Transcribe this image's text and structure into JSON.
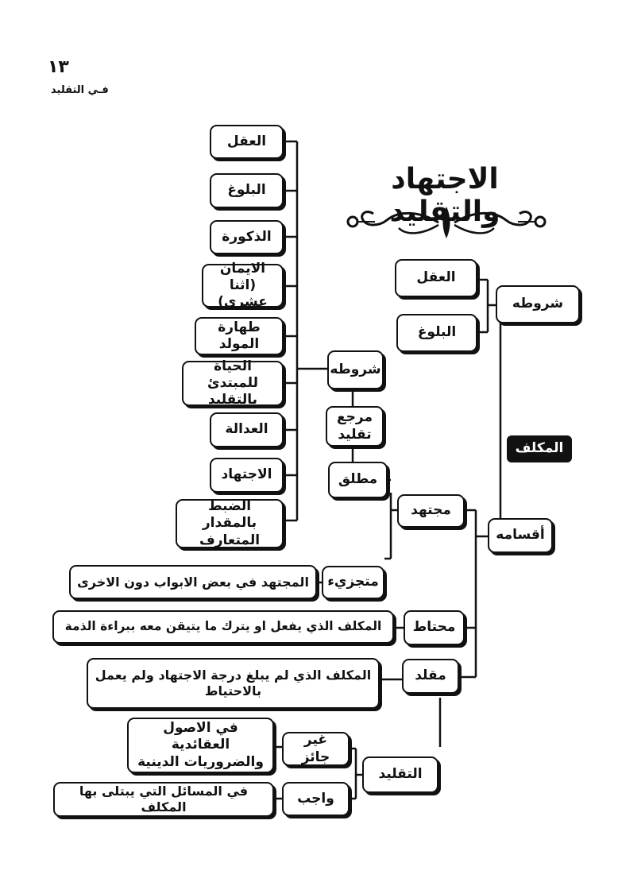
{
  "page": {
    "number": "١٣",
    "header": "فـي التقليد"
  },
  "title": "الاجتهاد والتقليد",
  "nodes": {
    "mukallaf": "المكلف",
    "shurutuhu_top": "شروطه",
    "aql_top": "العقل",
    "buloogh_top": "البلوغ",
    "aqsamuhu": "أقسامه",
    "mujtahid": "مجتهد",
    "mutlaq": "مطلق",
    "marja": "مرجع\nتقليد",
    "shurutuhu_left": "شروطه",
    "cond_aql": "العقل",
    "cond_buloogh": "البلوغ",
    "cond_dhukura": "الذكورة",
    "cond_iman": "الايمان\n(اثنا عشري)",
    "cond_tahara": "طهارة المولد",
    "cond_hayat": "الحياة للمبتدئ\nبالتقليد",
    "cond_adala": "العدالة",
    "cond_ijtihad": "الاجتهاد",
    "cond_dabt": "الضبط بالمقدار\nالمتعارف",
    "mutajazzi": "متجزيء",
    "mutajazzi_def": "المجتهد في بعض الابواب دون الاخرى",
    "muhtat": "محتاط",
    "muhtat_def": "المكلف الذي يفعل او يترك ما يتيقن معه ببراءة الذمة",
    "muqallid": "مقلد",
    "muqallid_def": "المكلف الذي لم يبلغ درجة الاجتهاد ولم يعمل\nبالاحتياط",
    "taqlid": "التقليد",
    "ghayr_jaiz": "غير جائز",
    "ghayr_jaiz_def": "في الاصول العقائدية\nوالضروريات الدينية",
    "wajib": "واجب",
    "wajib_def": "في المسائل التي يبتلى بها المكلف"
  }
}
